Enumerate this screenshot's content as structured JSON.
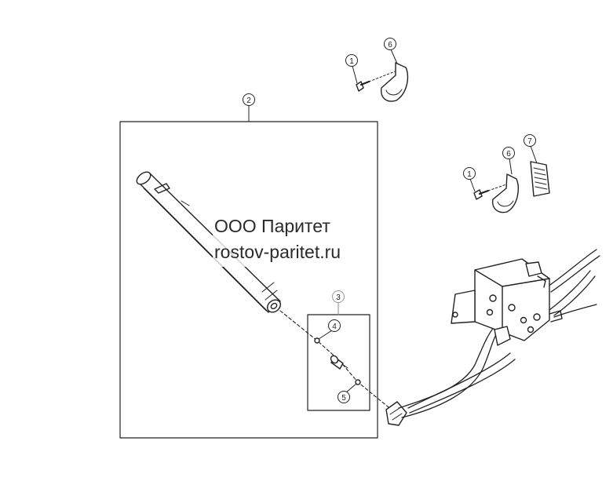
{
  "watermark": {
    "company": "ООО Паритет",
    "site": "rostov-paritet.ru"
  },
  "callouts": {
    "c1_top": "1",
    "c6_top": "6",
    "c2": "2",
    "c1_mid": "1",
    "c6_mid": "6",
    "c7": "7",
    "c3": "3",
    "c4": "4",
    "c5": "5"
  }
}
